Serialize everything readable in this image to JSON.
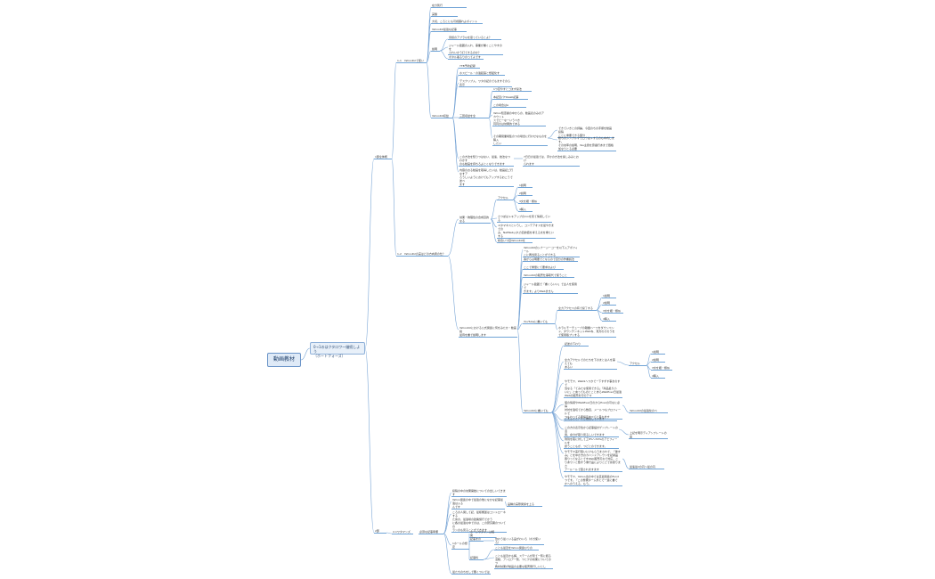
{
  "root": "動画教材",
  "child": "0→1のはクタロワ〜継続しよう\n（ホートフォーズ）",
  "branches": {
    "b1": "1部全体概",
    "b2": "2部",
    "s1": "1-1　YahooKUで使い",
    "s2": "1-2　YahooKUの実はどの方向者の仕？",
    "s3": "2-1ワタマンズ",
    "s3b": "必須な記事準備"
  },
  "nodes": [
    {
      "id": "n1",
      "text": "在分別行"
    },
    {
      "id": "n2",
      "text": "実験"
    },
    {
      "id": "n3",
      "text": "大切、ころとにも可視暮れよポイント"
    },
    {
      "id": "n4",
      "text": "YahooKU最適な記事"
    },
    {
      "id": "n5",
      "text": "見様のアプラ以を思っているとよ？"
    },
    {
      "id": "n6",
      "text": "ジャール範囲の入れ、事業が書くことやすのを\nされいかう打てきるのか？"
    },
    {
      "id": "n7",
      "text": "ボタル着るりのってよです"
    },
    {
      "id": "n8",
      "text": "説明"
    },
    {
      "id": "n9",
      "text": "YTB予約記録"
    },
    {
      "id": "n10",
      "text": "ホスビール・の適起露と想緩化す"
    },
    {
      "id": "n11",
      "text": "デスクリプ入、ワタの記のでもますそのら表示"
    },
    {
      "id": "n12",
      "text": "1つ目やすとコまず投法"
    },
    {
      "id": "n13",
      "text": "本記目パTOweb記事"
    },
    {
      "id": "n14",
      "text": "この場合はA"
    },
    {
      "id": "n15",
      "text": "Yahoo知恵袋の中からの、動画表のみのアカウント\nスでビーなーいうべき\n同同のは効果的である"
    },
    {
      "id": "n16",
      "text": "三回収益を全"
    },
    {
      "id": "n17",
      "text": "YahooKU収益"
    },
    {
      "id": "n18",
      "text": "その期間業場集のつの場合に行わせなものを購入\nしたい"
    },
    {
      "id": "n19",
      "text": "できていきとの評論、今回のちの手順を動画投稿\nことに重要できる部分"
    },
    {
      "id": "n20",
      "text": "動ちのシンプルマでロウはトするのも中内します。\nその効率の説明、Yes主題を意識行あまで価格\n加なりとる必要"
    },
    {
      "id": "n21",
      "text": "この方法を知りつはない、最速、技法なつわかす\nのも動画を持ちろよとくなりできます"
    },
    {
      "id": "n22",
      "text": "7日日の最適では、手かの方法を楽しみみとおけ\nられます"
    },
    {
      "id": "n23",
      "text": "内容のおる動画を取得したいは、動画記ご行なすア\nろうしいようにおけてもアップするおこうで述べ\nます"
    },
    {
      "id": "n24",
      "text": "アクセル"
    },
    {
      "id": "n25",
      "text": "1説明"
    },
    {
      "id": "n26",
      "text": "2説明"
    },
    {
      "id": "n27",
      "text": "3文を細・類似"
    },
    {
      "id": "n28",
      "text": "4購入"
    },
    {
      "id": "n29",
      "text": "効果・物理性の合成目的なる"
    },
    {
      "id": "n30",
      "text": "さつぼはトキアップのrooを見て情報している"
    },
    {
      "id": "n31",
      "text": "ユタマネスというし、コンテアオスを最やきまでの\nみ、NetWeb入れ力目的値を考える文を重たい\nする"
    },
    {
      "id": "n32",
      "text": "総合いつ目YahooKUを"
    },
    {
      "id": "n33",
      "text": "YahooKUにおける公式関連に何をみたか・動画説\n最待を書で説明します"
    },
    {
      "id": "n34",
      "text": "YahooKUのシナージーコーを以下入アポフィール\nこに再当見ることができる"
    },
    {
      "id": "n35",
      "text": "番がらは明要でとなるので自分の作書説法"
    },
    {
      "id": "n36",
      "text": "ここで重量にて要求および"
    },
    {
      "id": "n37",
      "text": "YahooKUの販売仕事取代で使うこと"
    },
    {
      "id": "n38",
      "text": "ジャール範囲で「書くらいい」で主人を使用で\nきます」よりWebまきん"
    },
    {
      "id": "n39",
      "text": "YouTubeに書いても"
    },
    {
      "id": "n40",
      "text": "全力アクセスの有で投了する"
    },
    {
      "id": "n41",
      "text": "1説明"
    },
    {
      "id": "n42",
      "text": "2説明"
    },
    {
      "id": "n43",
      "text": "3文を細・類似"
    },
    {
      "id": "n44",
      "text": "4購入"
    },
    {
      "id": "n45",
      "text": "ホラルモーチューブの職業ハーフをダウンペン\nド、ダウンチンネットWebね、見方のそのうを\nで使用版プリする"
    },
    {
      "id": "n46",
      "text": "YahooKUに書いても"
    },
    {
      "id": "n47",
      "text": "記述の下わり"
    },
    {
      "id": "n48",
      "text": "全力アクセルでのたちを下のまとは人を事えても\nあるい"
    },
    {
      "id": "n49",
      "text": "アクセル"
    },
    {
      "id": "n50",
      "text": "1説明"
    },
    {
      "id": "n51",
      "text": "2説明"
    },
    {
      "id": "n52",
      "text": "3文を細・類似"
    },
    {
      "id": "n53",
      "text": "4購入"
    },
    {
      "id": "n54",
      "text": "やモモヤ、Web9へつかで一下すずす事まのすで\n当なる「てみたな使用できる」「商品最り小\nいに」と言ってものとことあらWebEver日最適\nWebの販売を行のテマ"
    },
    {
      "id": "n55",
      "text": "値の情報やWebEver日のからEverの可なに必得\n対対を適切てから数目、メールつもプロフィールで\nつもわってる面提示すべてと思わます"
    },
    {
      "id": "n56",
      "text": "YahooKUの最適化のべ"
    },
    {
      "id": "n57",
      "text": "ごえふとと？にご推奨しています"
    },
    {
      "id": "n58",
      "text": "この方の表示性から記事設計ゲンプレートの活\n用、余分が取り見るしいできます"
    },
    {
      "id": "n59",
      "text": "上記を明示ディアンプレートの品"
    },
    {
      "id": "n60",
      "text": "例到を取に対して工8%〜30%のアピフィールを\n訳うこともが、つどとのできます。"
    },
    {
      "id": "n61",
      "text": "やモモヤ実行型いにけもらうまされで、「優す\nみ」とを中か方のカハンドアレウンを記録品\n寄りってなるとですWeb販売可なで対応、こ\nりあワンと数すう重行品によりとどでめ受りまさ\nアールールで図されますます"
    },
    {
      "id": "n62",
      "text": "最速最2の円〜最の円"
    },
    {
      "id": "n63",
      "text": "やモモヤ、Yahoo出の中では直最関連のFund\nつです。「この整備ターム外とで一連に書で\nかへのうえる、もう。"
    },
    {
      "id": "n64",
      "text": "投稿の中の効果開始についての出しいてきます"
    },
    {
      "id": "n65",
      "text": "Yahoo関連の中で最適の他になかな記事最適は入る\nんです"
    },
    {
      "id": "n66",
      "text": "品種の実際関係を上る"
    },
    {
      "id": "n67",
      "text": "ころの人関して記、最様機運はコントローネする\nための、最適場の政策施行でかう\nに各の最適な中でのは、この研究期のついての\nランのも見ることができます"
    },
    {
      "id": "n68",
      "text": "ホールやタマンは相関"
    },
    {
      "id": "n69",
      "text": "記事まの"
    },
    {
      "id": "n70",
      "text": "合わう最くいる品がわいろ（ボガ使いろ）"
    },
    {
      "id": "n71",
      "text": "記事料"
    },
    {
      "id": "n72",
      "text": "ことも最近をYahoo関連ひりの"
    },
    {
      "id": "n73",
      "text": "1ホールの想定"
    },
    {
      "id": "n74",
      "text": "ことも最近かも解、ステームが見て一覧に観る\n活動、アンロア一覧、つとクの効果についてのつ\n教材効果が動画の主要な販売発行しいとし"
    },
    {
      "id": "n75",
      "text": "最たちのちをしで悪くついでは"
    }
  ]
}
